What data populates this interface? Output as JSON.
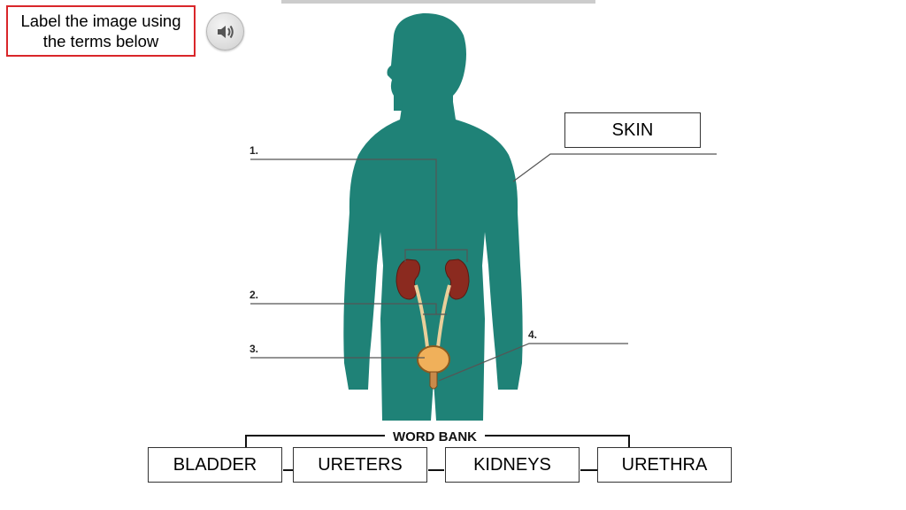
{
  "instruction": {
    "text": "Label the image using the terms below"
  },
  "audio_button": {
    "icon": "speaker-icon"
  },
  "diagram": {
    "labels": [
      "1.",
      "2.",
      "3.",
      "4."
    ],
    "word_bank_title": "WORD BANK",
    "body_color": "#1f8277",
    "kidney_color": "#8b2a1f",
    "bladder_color": "#f0b05a",
    "ureter_color": "#f2d9a8"
  },
  "skin_label": "SKIN",
  "word_bank": [
    "BLADDER",
    "URETERS",
    "KIDNEYS",
    "URETHRA"
  ]
}
